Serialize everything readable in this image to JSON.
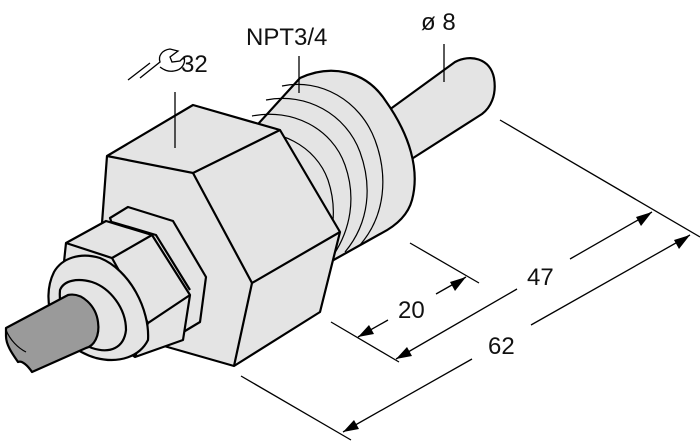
{
  "diagram": {
    "subject": "Flow sensor with NPT thread and cable gland",
    "colors": {
      "body": "#e4e4e4",
      "cable": "#9a9a9a",
      "lines": "#000000",
      "background": "#ffffff"
    },
    "callouts": {
      "wrench_size": "32",
      "wrench_icon": "wrench-icon",
      "thread": "NPT3/4",
      "probe_diameter": "ø 8"
    },
    "dimensions": {
      "thread_length": "20",
      "probe_length": "47",
      "overall_length": "62"
    }
  }
}
